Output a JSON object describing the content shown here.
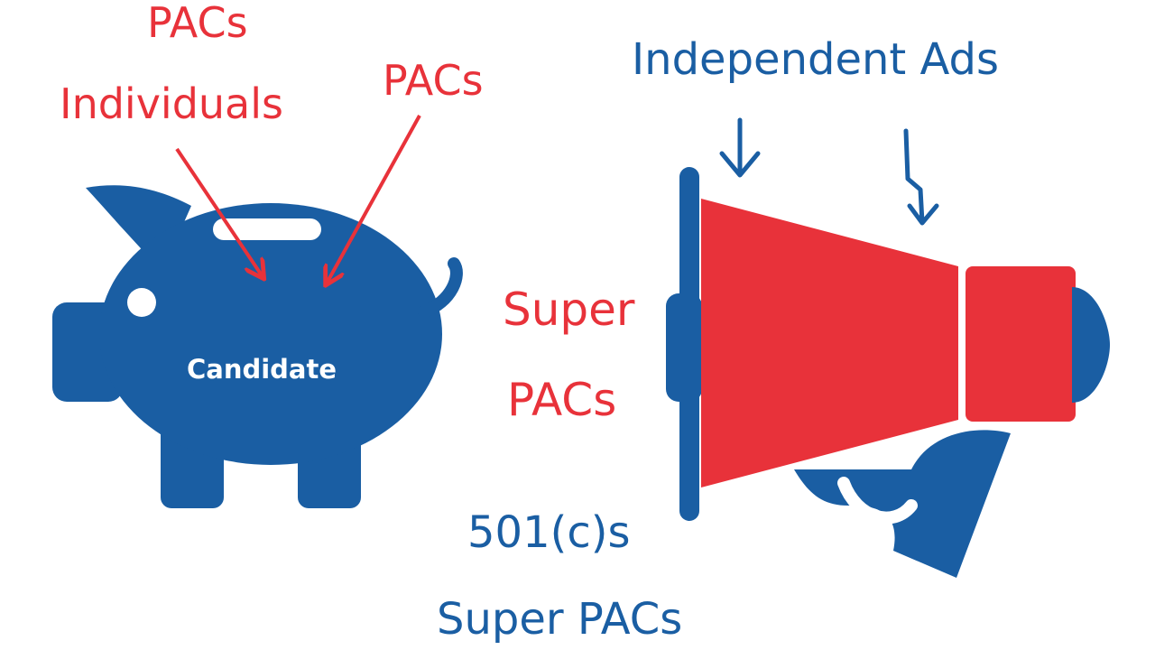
{
  "labels": {
    "pacs_top": "PACs",
    "individuals": "Individuals",
    "pacs_right": "PACs",
    "independent_ads": "Independent Ads",
    "super_line1": "Super",
    "super_line2": "PACs",
    "c501": "501(c)s",
    "super_pacs_bottom": "Super PACs",
    "candidate": "Candidate"
  },
  "icons": {
    "piggy_bank": "piggy-bank-icon",
    "megaphone": "megaphone-icon",
    "arrow": "arrow-icon",
    "lightning": "lightning-arrow-icon"
  },
  "colors": {
    "blue": "#1a5ea3",
    "red": "#e8323a",
    "white": "#ffffff"
  }
}
